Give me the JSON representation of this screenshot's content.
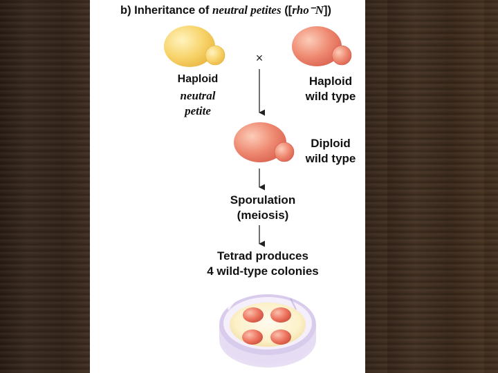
{
  "title": {
    "prefix": "b) Inheritance of",
    "italic": "neutral petites",
    "paren_open": "([",
    "genotype": "rho⁻N",
    "paren_close": "])"
  },
  "cross_symbol": "×",
  "labels": {
    "left_parent": [
      "Haploid",
      "neutral",
      "petite"
    ],
    "right_parent": [
      "Haploid",
      "wild type"
    ],
    "diploid": [
      "Diploid",
      "wild type"
    ],
    "sporulation": [
      "Sporulation",
      "(meiosis)"
    ],
    "tetrad": [
      "Tetrad produces",
      "4 wild-type colonies"
    ]
  },
  "colors": {
    "neutral_petite_cell": "#f6cf62",
    "wild_type_cell": "#ec7a66",
    "colony": "#ea6d5a",
    "plate_agar": "#fbf0c4",
    "plate_rim": "#d9c8ea",
    "background_panel": "#ffffff"
  }
}
